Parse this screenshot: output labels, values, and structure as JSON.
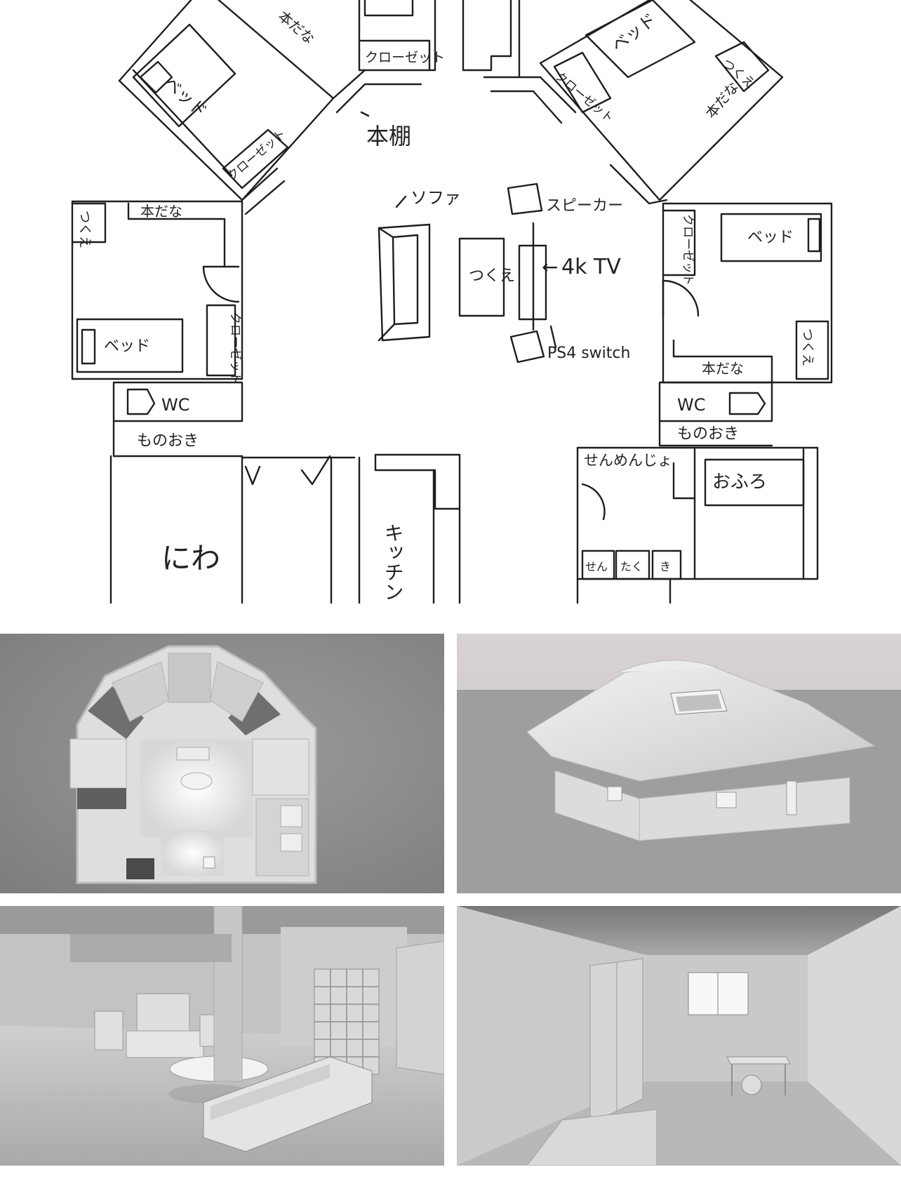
{
  "floor_plan": {
    "labels": {
      "bookshelf": "本棚",
      "sofa": "ソファ",
      "speaker": "スピーカー",
      "desk_center": "つくえ",
      "tv": "4k TV",
      "tv_arrow": "←",
      "console": "PS4 switch",
      "closet": "クローゼット",
      "bed": "ベッド",
      "desk": "つくえ",
      "shelf": "本だな",
      "wc": "WC",
      "storage": "ものおき",
      "washroom": "せんめんじょ",
      "bath": "おふろ",
      "laundry_a": "せん",
      "laundry_b": "たく",
      "laundry_c": "き",
      "garden": "にわ",
      "kitchen": "キッチン"
    }
  },
  "renders": [
    {
      "id": "top-view"
    },
    {
      "id": "exterior-view"
    },
    {
      "id": "living-room-view"
    },
    {
      "id": "bedroom-view"
    }
  ]
}
